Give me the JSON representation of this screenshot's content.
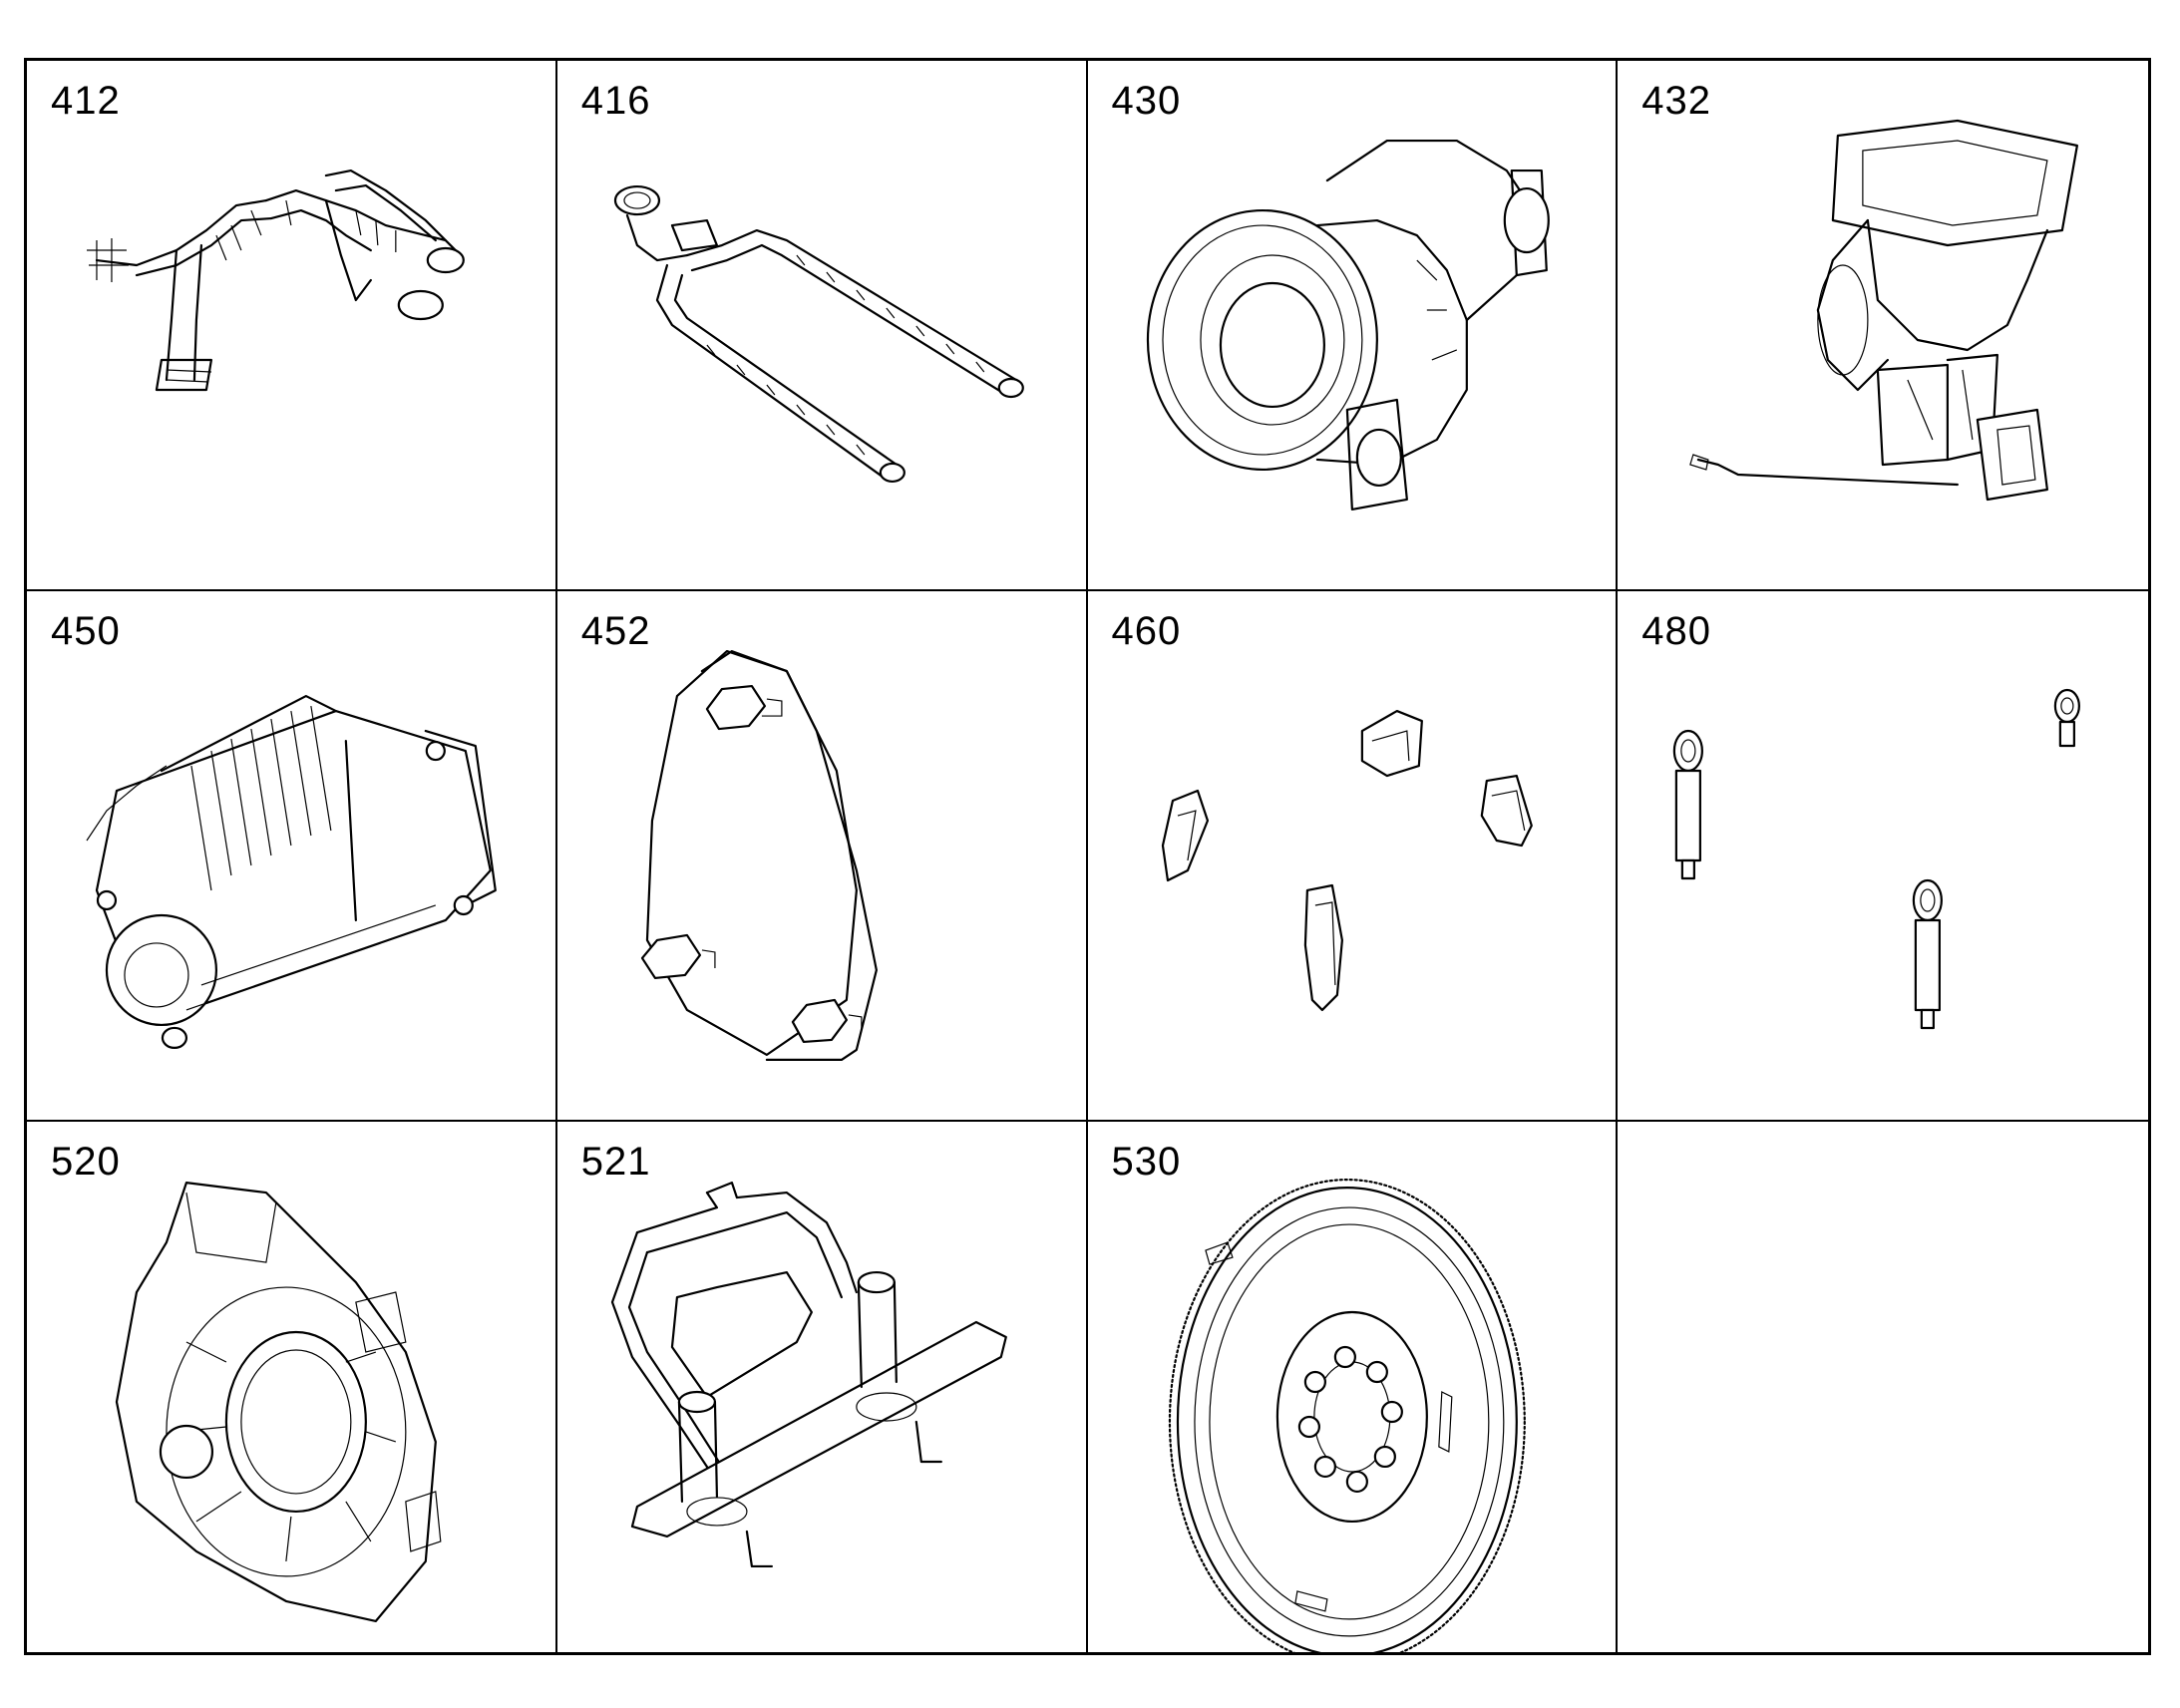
{
  "cells": [
    {
      "number": "412",
      "icon": "exhaust-pipe-assembly-icon"
    },
    {
      "number": "416",
      "icon": "fuel-rail-icon"
    },
    {
      "number": "430",
      "icon": "turbocharger-icon"
    },
    {
      "number": "432",
      "icon": "exhaust-elbow-icon"
    },
    {
      "number": "450",
      "icon": "starter-motor-icon"
    },
    {
      "number": "452",
      "icon": "cover-plate-icon"
    },
    {
      "number": "460",
      "icon": "mounting-brackets-icon"
    },
    {
      "number": "480",
      "icon": "lifting-eyes-icon"
    },
    {
      "number": "520",
      "icon": "flywheel-housing-icon"
    },
    {
      "number": "521",
      "icon": "lifting-tool-icon"
    },
    {
      "number": "530",
      "icon": "flywheel-icon"
    },
    {
      "number": "",
      "icon": ""
    }
  ]
}
